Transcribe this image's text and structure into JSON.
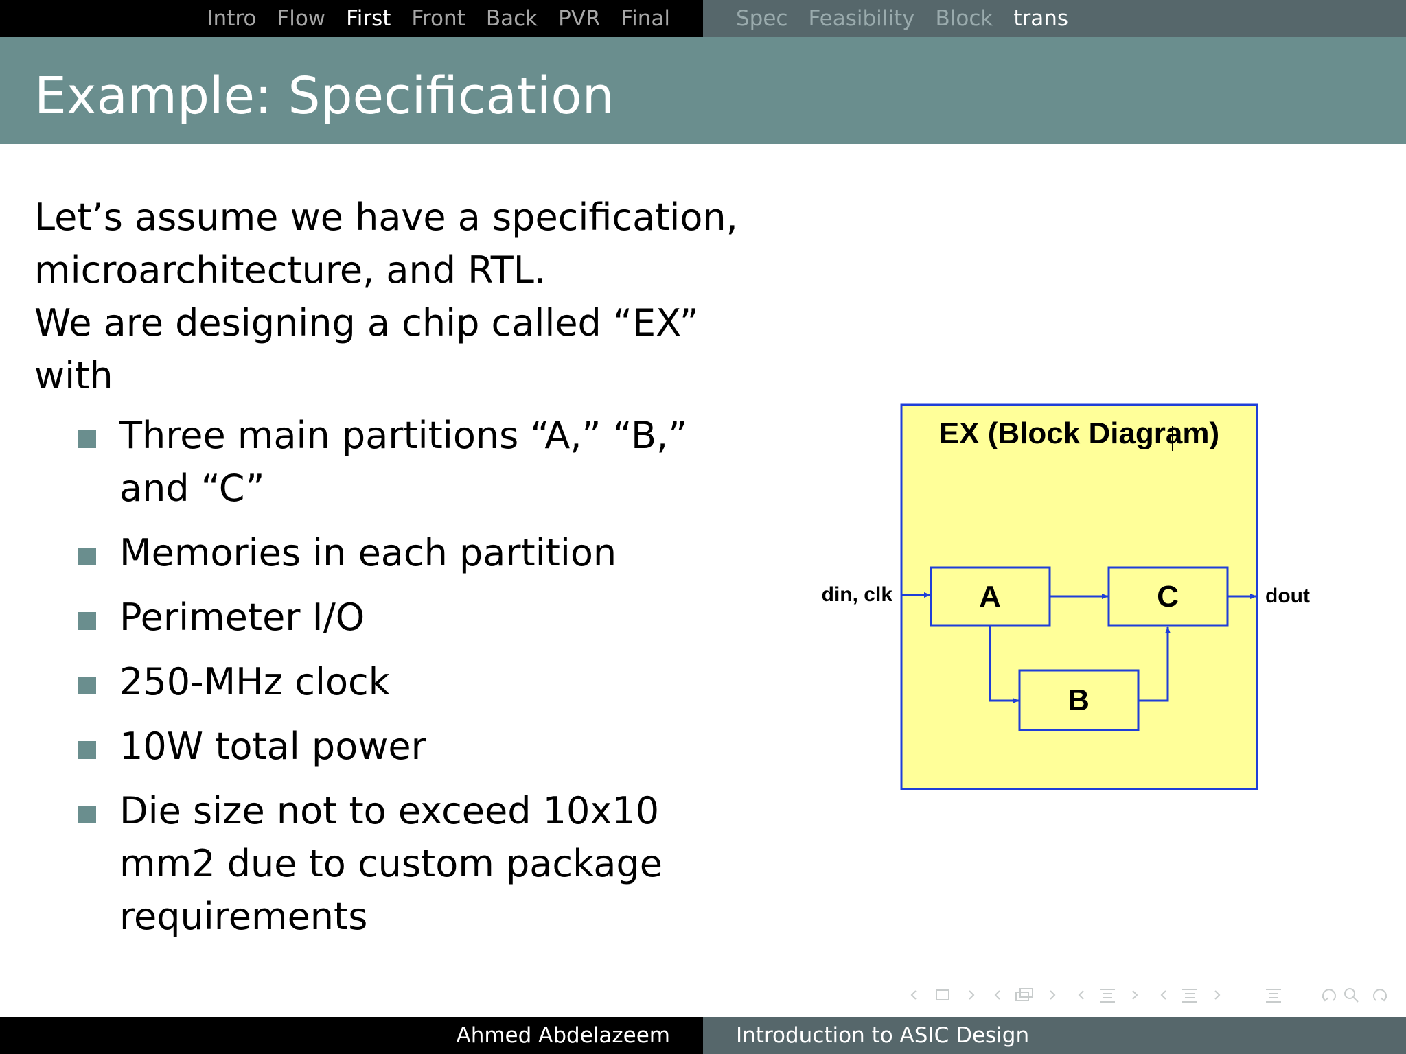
{
  "nav": {
    "sections": [
      {
        "label": "Intro",
        "active": false
      },
      {
        "label": "Flow",
        "active": false
      },
      {
        "label": "First",
        "active": true
      },
      {
        "label": "Front",
        "active": false
      },
      {
        "label": "Back",
        "active": false
      },
      {
        "label": "PVR",
        "active": false
      },
      {
        "label": "Final",
        "active": false
      }
    ],
    "subsections": [
      {
        "label": "Spec",
        "active": false
      },
      {
        "label": "Feasibility",
        "active": false
      },
      {
        "label": "Block",
        "active": false
      },
      {
        "label": "trans",
        "active": true
      }
    ]
  },
  "slide": {
    "title": "Example: Specification",
    "intro": [
      "Let’s assume we have a specification, microarchitecture, and RTL.",
      "We are designing a chip called “EX” with"
    ],
    "bullets": [
      "Three main partitions “A,” “B,” and “C”",
      "Memories in each partition",
      "Perimeter I/O",
      "250-MHz clock",
      "10W total power",
      "Die size not to exceed 10x10 mm2 due to custom package requirements"
    ]
  },
  "diagram": {
    "title": "EX (Block Diagram)",
    "input_label": "din, clk",
    "output_label": "dout",
    "blocks": [
      "A",
      "B",
      "C"
    ],
    "colors": {
      "fill": "#ffff99",
      "stroke": "#1f3fd8"
    }
  },
  "footer": {
    "author": "Ahmed Abdelazeem",
    "deck_title": "Introduction to ASIC Design"
  }
}
